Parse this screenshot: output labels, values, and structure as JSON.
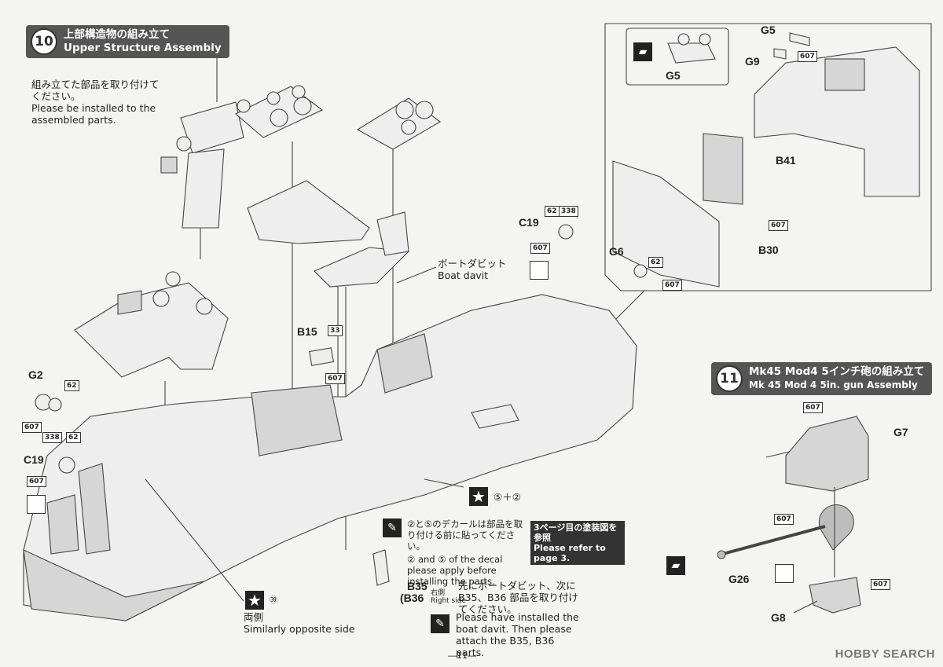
{
  "step10": {
    "number": "10",
    "title_ja": "上部構造物の組み立て",
    "title_en": "Upper Structure Assembly"
  },
  "intro_note": {
    "ja": "組み立てた部品を取り付けてください。",
    "en": "Please be installed to the assembled parts."
  },
  "boat_davit": {
    "ja": "ボートダビット",
    "en": "Boat davit"
  },
  "parts": {
    "g5_top": "G5",
    "g5_inset": "G5",
    "g9": "G9",
    "b41": "B41",
    "b30": "B30",
    "g6": "G6",
    "c19_top": "C19",
    "b15": "B15",
    "g2": "G2",
    "c19_left": "C19",
    "b35": "B35",
    "b36": "(B36",
    "b36_side_ja": "右側",
    "b36_side_en": "Right side",
    "g7": "G7",
    "g26": "G26",
    "g8": "G8"
  },
  "colors": {
    "c607": "607",
    "c62": "62",
    "c338": "338",
    "c33": "33"
  },
  "decal_note": {
    "star_ref": "⑤＋②",
    "ja": "②と⑤のデカールは部品を取り付ける前に貼ってください。",
    "en": "② and ⑤ of the decal please apply before installing the parts."
  },
  "page3_ref": {
    "ja": "3ページ目の塗装図を参照",
    "en": "Please refer to page 3."
  },
  "opposite_side": {
    "decal": "㊴",
    "ja": "両側",
    "en": "Similarly opposite side"
  },
  "davit_note": {
    "ja": "先にボートダビット、次にB35、B36 部品を取り付けてください。",
    "en": "Please have installed the boat davit. Then please attach the B35, B36 parts."
  },
  "step11": {
    "number": "11",
    "title_ja": "Mk45 Mod4 5インチ砲の組み立て",
    "title_en": "Mk 45 Mod 4 5in. gun Assembly"
  },
  "page_number": "―11―",
  "logo": "HOBBY SEARCH"
}
